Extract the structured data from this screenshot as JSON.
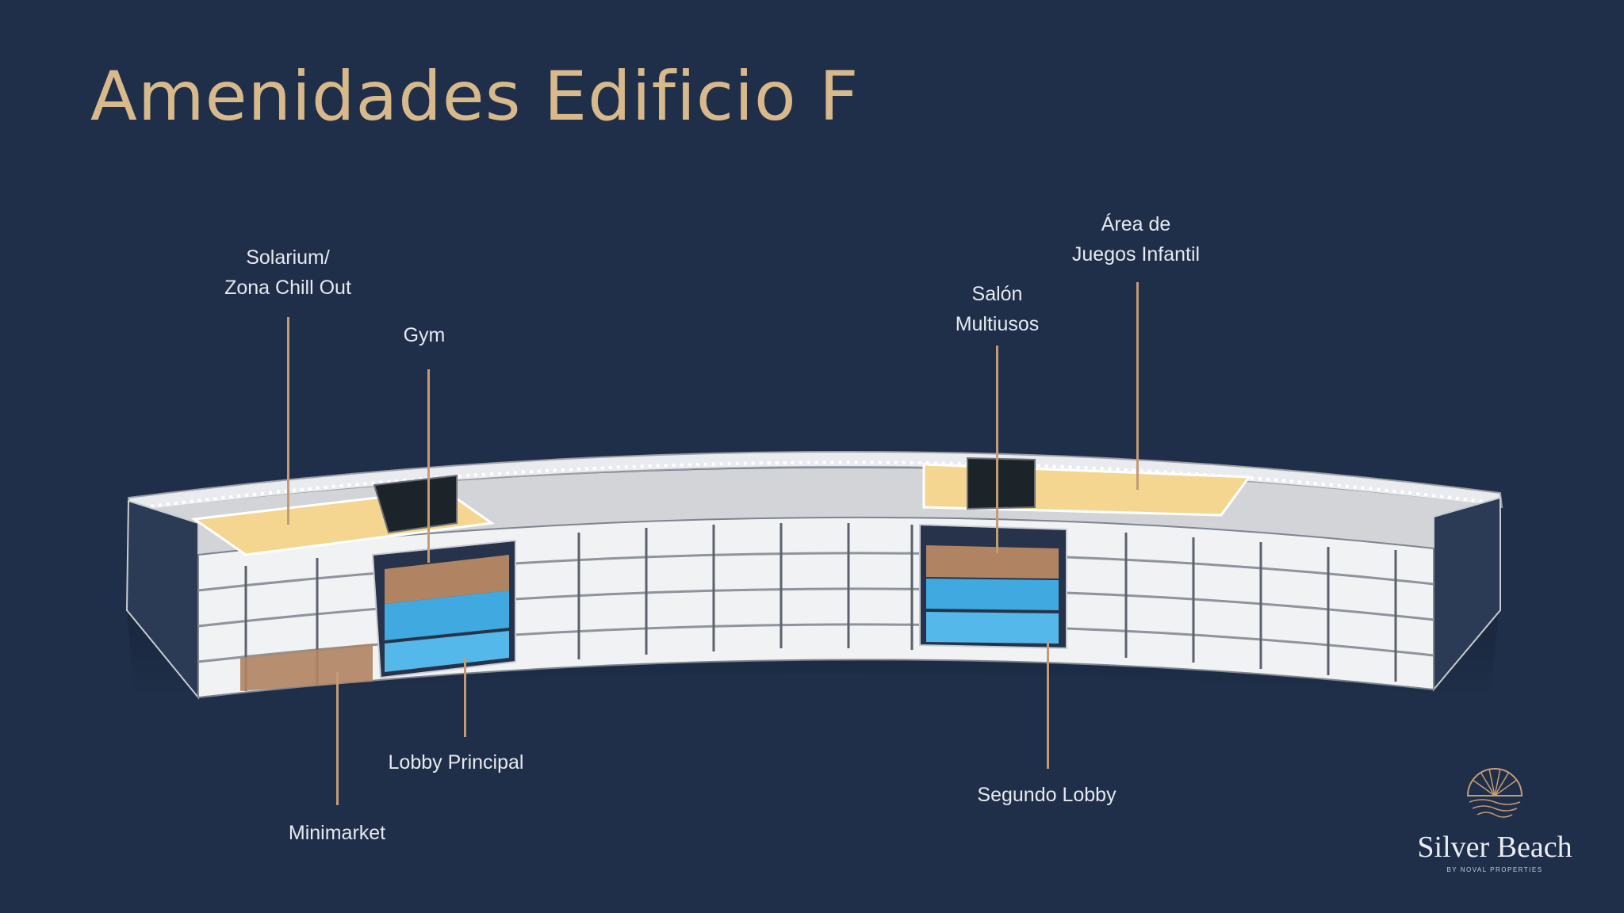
{
  "title": "Amenidades Edificio F",
  "labels": {
    "solarium": [
      "Solarium/",
      "Zona Chill Out"
    ],
    "gym": "Gym",
    "salon": [
      "Salón",
      "Multiusos"
    ],
    "area_juegos": [
      "Área de",
      "Juegos Infantil"
    ],
    "lobby_principal": "Lobby Principal",
    "minimarket": "Minimarket",
    "segundo_lobby": "Segundo Lobby"
  },
  "logo": {
    "name": "Silver Beach",
    "tagline": "BY NOVAL PROPERTIES"
  },
  "colors": {
    "background": "#1f2f49",
    "title": "#d8b98b",
    "leader": "#c39c76",
    "amenity_roof": "#f5d690",
    "amenity_glass": "#3fa9e0",
    "amenity_wood": "#b08462"
  }
}
